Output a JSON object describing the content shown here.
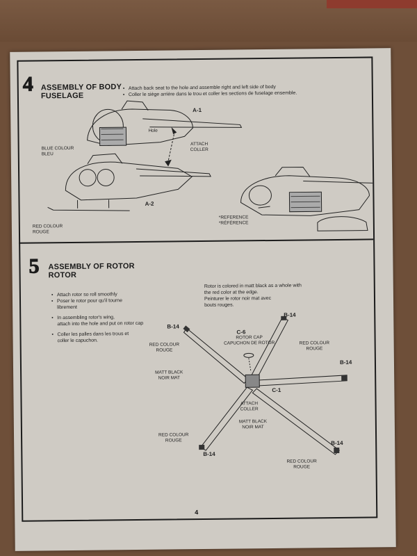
{
  "step4": {
    "number": "4",
    "title_line1": "ASSEMBLY OF BODY",
    "title_line2": "FUSELAGE",
    "instructions": [
      "Attach back seat to the hole and assemble right and left side of body",
      "Coller le siège arrière dans le trou et coller les sections de fuselage ensemble."
    ],
    "labels": {
      "a1": "A-1",
      "a2": "A-2",
      "hole": "Hole",
      "attach": "ATTACH",
      "coller": "COLLER",
      "blue_colour": "BLUE COLOUR",
      "bleu": "BLEU",
      "red_colour": "RED COLOUR",
      "rouge": "ROUGE",
      "reference": "*REFERENCE",
      "reference_fr": "*RÉFÉRENCE"
    }
  },
  "step5": {
    "number": "5",
    "title_line1": "ASSEMBLY OF ROTOR",
    "title_line2": "ROTOR",
    "instructions": [
      "Attach rotor so roll smoothly",
      "Poser le rotor pour qu'il tourne",
      "librement",
      "In assembling rotor's wing,",
      "attach into the hole and put on rotor cap",
      "Coller les palles dans les trous et",
      "coller le capuchon."
    ],
    "note": [
      "Rotor is colored in matt black as a whole with",
      "the red color at the edge.",
      "Peinturer le rotor noir mat avec",
      "bouts rouges."
    ],
    "labels": {
      "b14": "B-14",
      "c6": "C-6",
      "c1": "C-1",
      "rotor_cap": "ROTOR CAP",
      "capuchon": "CAPUCHON DE ROTOR",
      "matt_black": "MATT BLACK",
      "noir_mat": "NOIR MAT",
      "red_colour": "RED COLOUR",
      "rouge": "ROUGE",
      "attach": "ATTACH",
      "coller": "COLLER"
    }
  },
  "page_number": "4"
}
